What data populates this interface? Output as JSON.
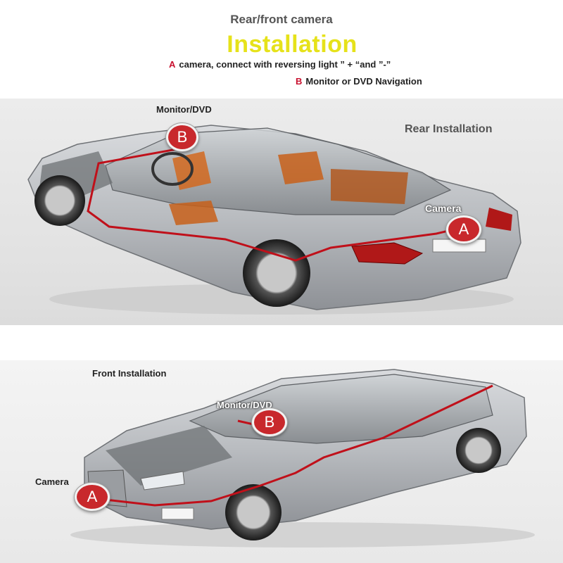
{
  "header": {
    "subtitle": "Rear/front camera",
    "title": "Installation",
    "legend_a_key": "A",
    "legend_a_text": "camera, connect with reversing light ” + “and ”-”",
    "legend_b_key": "B",
    "legend_b_text": "Monitor or DVD Navigation"
  },
  "rear": {
    "section_label": "Rear Installation",
    "monitor_label": "Monitor/DVD",
    "monitor_badge": "B",
    "camera_label": "Camera",
    "camera_badge": "A"
  },
  "front": {
    "section_label": "Front Installation",
    "monitor_label": "Monitor/DVD",
    "monitor_badge": "B",
    "camera_label": "Camera",
    "camera_badge": "A"
  },
  "colors": {
    "title": "#e6e21a",
    "badge": "#c8282c",
    "wire": "#c0101a",
    "legend_key": "#c8102e",
    "car_body": "#b9bcc0"
  }
}
